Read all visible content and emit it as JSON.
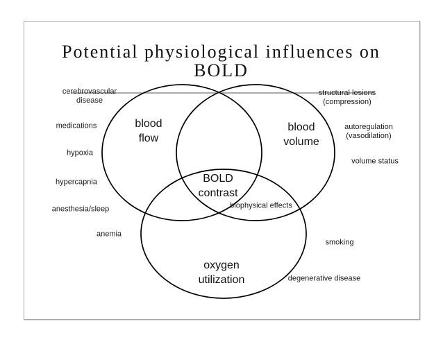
{
  "slide": {
    "title": "Potential physiological influences on\nBOLD",
    "venn": {
      "stroke_color": "#000000",
      "connector_color": "#555555",
      "circle_labels": {
        "blood_flow": "blood\nflow",
        "blood_volume": "blood\nvolume",
        "oxygen_utilization": "oxygen\nutilization"
      },
      "center_label": "BOLD\ncontrast"
    },
    "annotations": {
      "cerebrovascular_disease": "cerebrovascular\ndisease",
      "medications": "medications",
      "hypoxia": "hypoxia",
      "hypercapnia": "hypercapnia",
      "anesthesia_sleep": "anesthesia/sleep",
      "anemia": "anemia",
      "structural_lesions": "structural lesions\n(compression)",
      "autoregulation": "autoregulation\n(vasodilation)",
      "volume_status": "volume status",
      "smoking": "smoking",
      "degenerative_disease": "degenerative disease",
      "biophysical_effects": "biophysical effects"
    }
  }
}
